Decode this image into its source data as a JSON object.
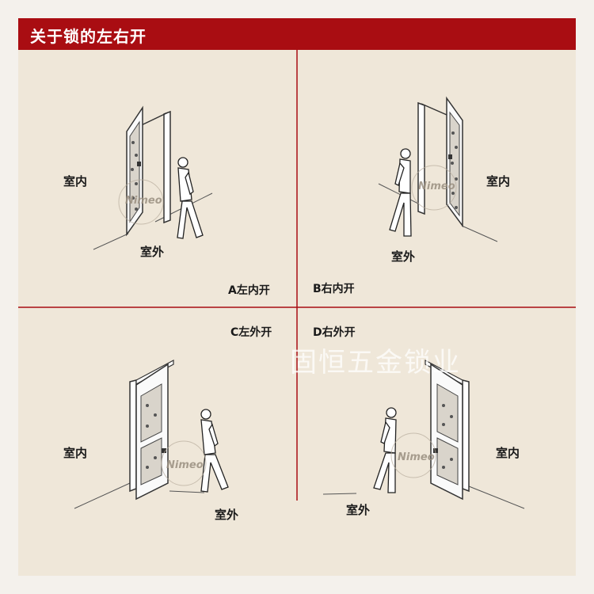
{
  "header": {
    "title": "关于锁的左右开"
  },
  "quadrants": [
    {
      "id": "a",
      "caption": "A左内开",
      "indoor": "室内",
      "outdoor": "室外"
    },
    {
      "id": "b",
      "caption": "B右内开",
      "indoor": "室内",
      "outdoor": "室外"
    },
    {
      "id": "c",
      "caption": "C左外开",
      "indoor": "室内",
      "outdoor": "室外"
    },
    {
      "id": "d",
      "caption": "D右外开",
      "indoor": "室内",
      "outdoor": "室外"
    }
  ],
  "watermark": {
    "text": "固恒五金锁业",
    "logo": "Nimeo"
  },
  "colors": {
    "header": "#a90d12",
    "divider": "#a90d12",
    "panel": "#efe7d9"
  }
}
